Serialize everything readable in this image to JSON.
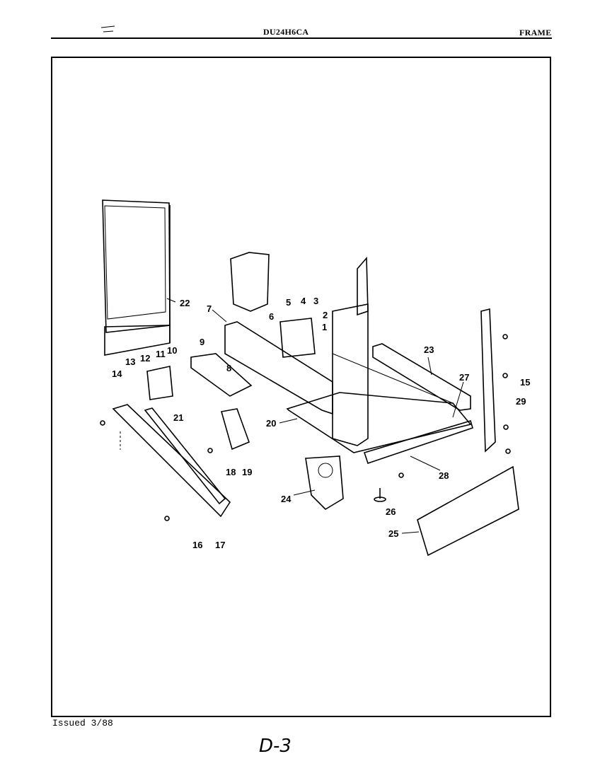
{
  "header": {
    "model": "DU24H6CA",
    "section": "FRAME"
  },
  "footer": {
    "issued": "Issued 3/88",
    "page": "D-3"
  },
  "callouts": [
    "1",
    "2",
    "3",
    "4",
    "5",
    "6",
    "7",
    "8",
    "9",
    "10",
    "11",
    "12",
    "13",
    "14",
    "15",
    "16",
    "17",
    "18",
    "19",
    "20",
    "21",
    "22",
    "23",
    "24",
    "25",
    "26",
    "27",
    "28",
    "29"
  ]
}
